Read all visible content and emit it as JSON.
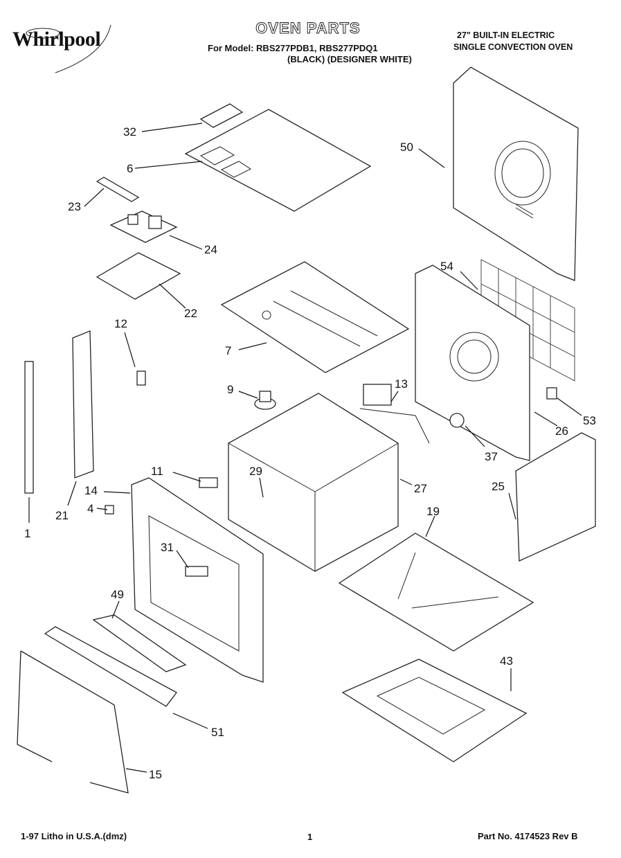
{
  "header": {
    "brand": "Whirlpool",
    "title": "OVEN PARTS",
    "model_line": "For Model: RBS277PDB1, RBS277PDQ1",
    "variant_line": "(BLACK)  (DESIGNER WHITE)",
    "spec_line1": "27\" BUILT-IN ELECTRIC",
    "spec_line2": "SINGLE CONVECTION OVEN"
  },
  "callouts": [
    "32",
    "6",
    "50",
    "23",
    "24",
    "22",
    "54",
    "7",
    "12",
    "9",
    "13",
    "53",
    "26",
    "37",
    "1",
    "21",
    "14",
    "4",
    "11",
    "29",
    "27",
    "25",
    "19",
    "31",
    "49",
    "43",
    "51",
    "15"
  ],
  "footer": {
    "litho": "1-97 Litho in U.S.A.(dmz)",
    "page": "1",
    "part_no": "Part No. 4174523 Rev B"
  }
}
